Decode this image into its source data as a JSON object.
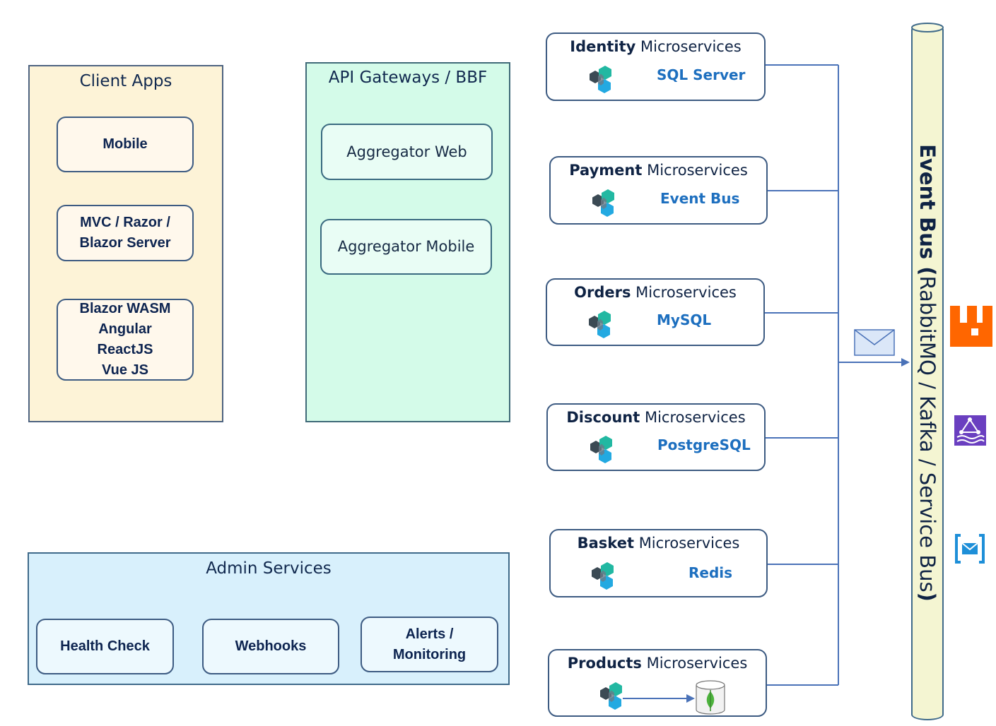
{
  "client_apps": {
    "title": "Client Apps",
    "items": [
      {
        "lines": [
          "Mobile"
        ]
      },
      {
        "lines": [
          "MVC / Razor /",
          "Blazor Server"
        ]
      },
      {
        "lines": [
          "Blazor WASM",
          "Angular",
          "ReactJS",
          "Vue JS"
        ]
      }
    ]
  },
  "gateways": {
    "title": "API Gateways / BBF",
    "items": [
      "Aggregator Web",
      "Aggregator Mobile"
    ]
  },
  "admin": {
    "title": "Admin Services",
    "items": [
      {
        "lines": [
          "Health Check"
        ]
      },
      {
        "lines": [
          "Webhooks"
        ]
      },
      {
        "lines": [
          "Alerts /",
          "Monitoring"
        ]
      }
    ]
  },
  "microservices": [
    {
      "name": "Identity",
      "suffix": "Microservices",
      "db": "SQL Server"
    },
    {
      "name": "Payment",
      "suffix": "Microservices",
      "db": "Event Bus"
    },
    {
      "name": "Orders",
      "suffix": "Microservices",
      "db": "MySQL"
    },
    {
      "name": "Discount",
      "suffix": "Microservices",
      "db": "PostgreSQL"
    },
    {
      "name": "Basket",
      "suffix": "Microservices",
      "db": "Redis"
    },
    {
      "name": "Products",
      "suffix": "Microservices",
      "db": ""
    }
  ],
  "event_bus": {
    "bold": "Event Bus (",
    "normal": "RabbitMQ / Kafka / Service Bus",
    "close": ")"
  },
  "icons": [
    "microservice-hex-icon",
    "envelope-icon",
    "rabbitmq-icon",
    "kafka-icon",
    "service-bus-icon",
    "mongodb-icon"
  ],
  "colors": {
    "rabbitmq": "#ff6600",
    "kafka": "#6a3fc0",
    "service_bus": "#1e8fd8",
    "db_text": "#1d6fbf"
  }
}
